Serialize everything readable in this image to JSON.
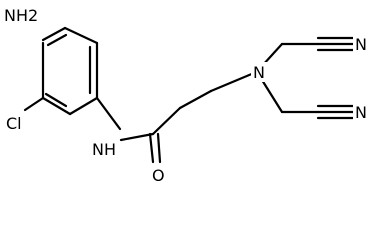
{
  "molecule": {
    "labels": {
      "amine": "NH2",
      "chloro": "Cl",
      "amide_nh": "NH",
      "carbonyl_o": "O",
      "tertiary_n": "N",
      "nitrile_n_upper": "N",
      "nitrile_n_lower": "N"
    }
  }
}
